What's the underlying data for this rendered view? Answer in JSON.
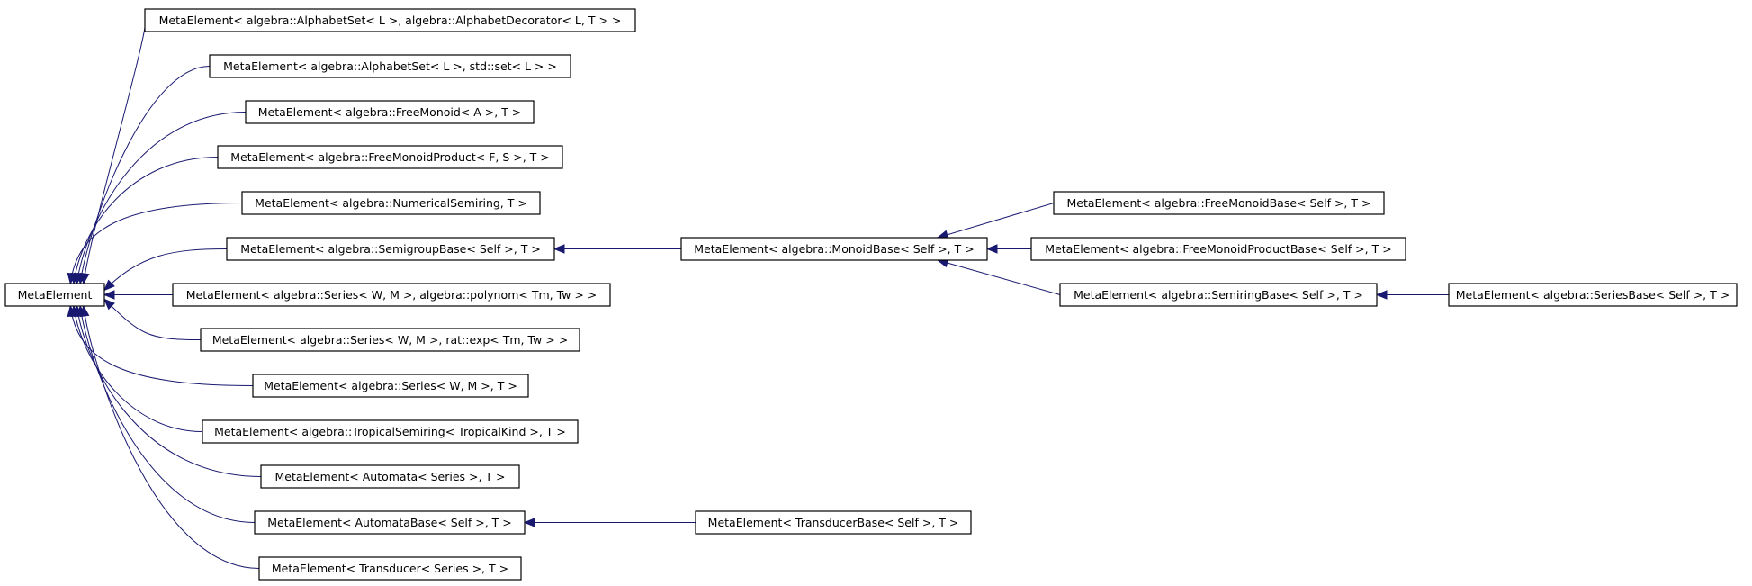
{
  "diagram": {
    "colors": {
      "edge": "#191970",
      "box_stroke": "#000000",
      "box_fill": "#ffffff"
    },
    "nodes": [
      {
        "id": "meta",
        "label": "MetaElement"
      },
      {
        "id": "alpha-deco",
        "label": "MetaElement< algebra::AlphabetSet< L >, algebra::AlphabetDecorator< L, T > >"
      },
      {
        "id": "alpha-std",
        "label": "MetaElement< algebra::AlphabetSet< L >, std::set< L > >"
      },
      {
        "id": "freemonoid",
        "label": "MetaElement< algebra::FreeMonoid< A >, T >"
      },
      {
        "id": "freemonoidproduct",
        "label": "MetaElement< algebra::FreeMonoidProduct< F, S >, T >"
      },
      {
        "id": "numerical",
        "label": "MetaElement< algebra::NumericalSemiring, T >"
      },
      {
        "id": "semigroupbase",
        "label": "MetaElement< algebra::SemigroupBase< Self >, T >"
      },
      {
        "id": "series-polynom",
        "label": "MetaElement< algebra::Series< W, M >, algebra::polynom< Tm, Tw > >"
      },
      {
        "id": "series-exp",
        "label": "MetaElement< algebra::Series< W, M >, rat::exp< Tm, Tw > >"
      },
      {
        "id": "series-t",
        "label": "MetaElement< algebra::Series< W, M >, T >"
      },
      {
        "id": "tropical",
        "label": "MetaElement< algebra::TropicalSemiring< TropicalKind >, T >"
      },
      {
        "id": "automata",
        "label": "MetaElement< Automata< Series >, T >"
      },
      {
        "id": "automatabase",
        "label": "MetaElement< AutomataBase< Self >, T >"
      },
      {
        "id": "transducer",
        "label": "MetaElement< Transducer< Series >, T >"
      },
      {
        "id": "monoidbase",
        "label": "MetaElement< algebra::MonoidBase< Self >, T >"
      },
      {
        "id": "freemonoidbase",
        "label": "MetaElement< algebra::FreeMonoidBase< Self >, T >"
      },
      {
        "id": "freemonoidproductbase",
        "label": "MetaElement< algebra::FreeMonoidProductBase< Self >, T >"
      },
      {
        "id": "semiringbase",
        "label": "MetaElement< algebra::SemiringBase< Self >, T >"
      },
      {
        "id": "seriesbase",
        "label": "MetaElement< algebra::SeriesBase< Self >, T >"
      },
      {
        "id": "transducerbase",
        "label": "MetaElement< TransducerBase< Self >, T >"
      }
    ],
    "edges": [
      {
        "from": "alpha-deco",
        "to": "meta"
      },
      {
        "from": "alpha-std",
        "to": "meta"
      },
      {
        "from": "freemonoid",
        "to": "meta"
      },
      {
        "from": "freemonoidproduct",
        "to": "meta"
      },
      {
        "from": "numerical",
        "to": "meta"
      },
      {
        "from": "semigroupbase",
        "to": "meta"
      },
      {
        "from": "series-polynom",
        "to": "meta"
      },
      {
        "from": "series-exp",
        "to": "meta"
      },
      {
        "from": "series-t",
        "to": "meta"
      },
      {
        "from": "tropical",
        "to": "meta"
      },
      {
        "from": "automata",
        "to": "meta"
      },
      {
        "from": "automatabase",
        "to": "meta"
      },
      {
        "from": "transducer",
        "to": "meta"
      },
      {
        "from": "monoidbase",
        "to": "semigroupbase"
      },
      {
        "from": "freemonoidbase",
        "to": "monoidbase"
      },
      {
        "from": "freemonoidproductbase",
        "to": "monoidbase"
      },
      {
        "from": "semiringbase",
        "to": "monoidbase"
      },
      {
        "from": "seriesbase",
        "to": "semiringbase"
      },
      {
        "from": "transducerbase",
        "to": "automatabase"
      }
    ]
  }
}
